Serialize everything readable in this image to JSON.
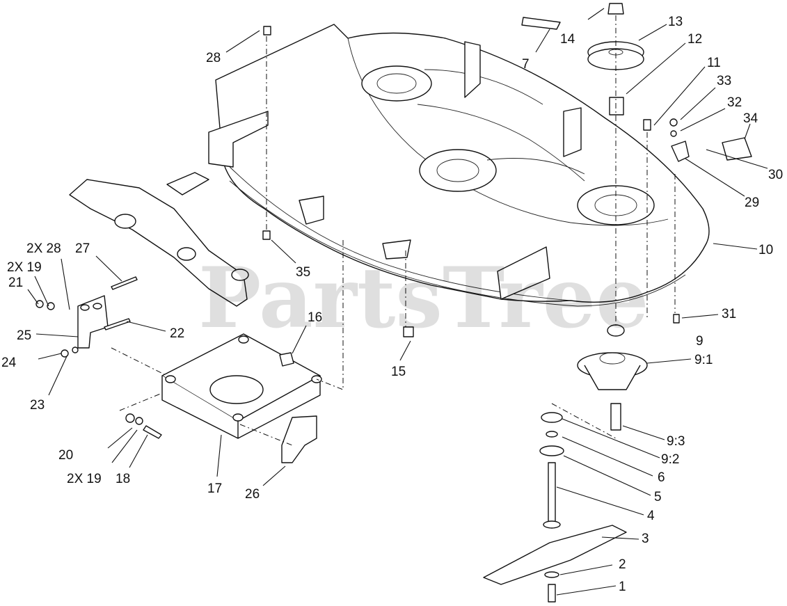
{
  "watermark": "PartsTree",
  "callouts": {
    "c1": "1",
    "c2": "2",
    "c3": "3",
    "c4": "4",
    "c5": "5",
    "c6": "6",
    "c7": "7",
    "c9": "9",
    "c9_1": "9:1",
    "c9_2": "9:2",
    "c9_3": "9:3",
    "c10": "10",
    "c11": "11",
    "c12": "12",
    "c13": "13",
    "c14": "14",
    "c15": "15",
    "c16": "16",
    "c17": "17",
    "c18": "18",
    "c19x2a": "2X 19",
    "c19x2b": "2X 19",
    "c20": "20",
    "c21": "21",
    "c22": "22",
    "c23": "23",
    "c24": "24",
    "c25": "25",
    "c26": "26",
    "c27": "27",
    "c28": "28",
    "c28x2": "2X 28",
    "c29": "29",
    "c30": "30",
    "c31": "31",
    "c32": "32",
    "c33": "33",
    "c34": "34",
    "c35": "35"
  }
}
